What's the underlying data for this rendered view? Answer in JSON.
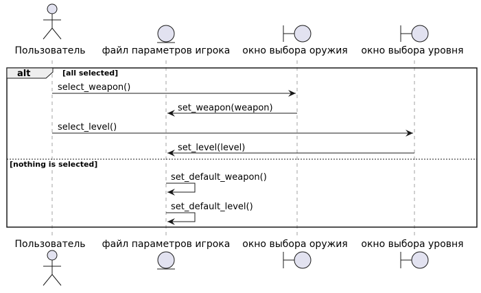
{
  "diagram": {
    "participants": [
      {
        "id": "user",
        "label": "Пользователь",
        "kind": "actor"
      },
      {
        "id": "file",
        "label": "файл параметров игрока",
        "kind": "entity"
      },
      {
        "id": "weapon",
        "label": "окно выбора оружия",
        "kind": "boundary"
      },
      {
        "id": "level",
        "label": "окно выбора уровня",
        "kind": "boundary"
      }
    ],
    "alt": {
      "keyword": "alt",
      "guard1": "[all selected]",
      "guard2": "[nothing is selected]"
    },
    "messages": [
      {
        "from": "user",
        "to": "weapon",
        "label": "select_weapon()"
      },
      {
        "from": "weapon",
        "to": "file",
        "label": "set_weapon(weapon)"
      },
      {
        "from": "user",
        "to": "level",
        "label": "select_level()"
      },
      {
        "from": "level",
        "to": "file",
        "label": "set_level(level)"
      },
      {
        "from": "file",
        "to": "file",
        "label": "set_default_weapon()"
      },
      {
        "from": "file",
        "to": "file",
        "label": "set_default_level()"
      }
    ],
    "colors": {
      "participant_fill": "#E2E2F0",
      "stroke": "#181818",
      "lifeline": "#A0A0A0",
      "alt_header_fill": "#EEEEEE"
    }
  }
}
